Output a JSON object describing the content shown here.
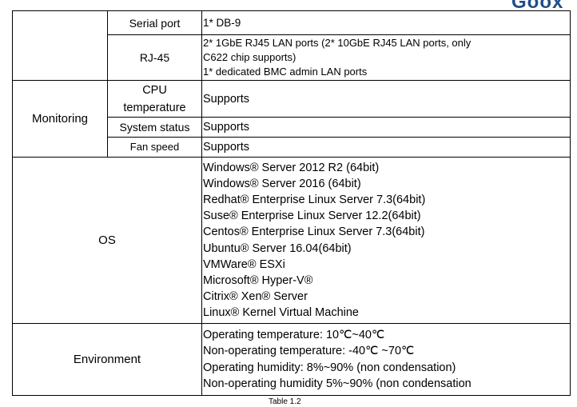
{
  "brand": {
    "logo_text": "Goox"
  },
  "table": {
    "rows": {
      "serial": {
        "label": "Serial port",
        "value": "1* DB-9"
      },
      "rj45": {
        "label": "RJ-45",
        "lines": [
          "2* 1GbE RJ45 LAN ports (2* 10GbE RJ45 LAN ports, only",
          "C622 chip supports)",
          "1* dedicated BMC admin LAN ports"
        ]
      },
      "monitoring": {
        "category": "Monitoring",
        "cpu_label_line1": "CPU",
        "cpu_label_line2": "temperature",
        "cpu_value": "Supports",
        "system_label": "System status",
        "system_value": "Supports",
        "fan_label": "Fan speed",
        "fan_value": "Supports"
      },
      "os": {
        "category": "OS",
        "items": [
          "Windows® Server 2012 R2 (64bit)",
          "Windows® Server 2016 (64bit)",
          "Redhat® Enterprise Linux Server 7.3(64bit)",
          "Suse® Enterprise Linux Server 12.2(64bit)",
          "Centos® Enterprise Linux Server 7.3(64bit)",
          "Ubuntu® Server 16.04(64bit)",
          "VMWare® ESXi",
          "Microsoft® Hyper-V®",
          "Citrix® Xen® Server",
          "Linux® Kernel Virtual Machine"
        ]
      },
      "environment": {
        "category": "Environment",
        "items": [
          "Operating temperature: 10℃~40℃",
          "Non-operating temperature: -40℃ ~70℃",
          "Operating humidity: 8%~90% (non condensation)",
          "Non-operating humidity 5%~90% (non condensation"
        ]
      }
    }
  },
  "caption": "Table 1.2"
}
